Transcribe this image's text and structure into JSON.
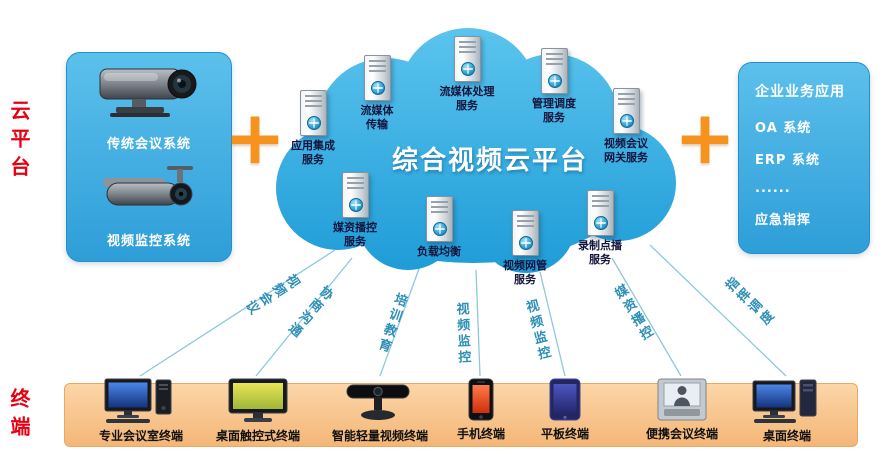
{
  "side_labels": {
    "platform": "云平台",
    "terminal": "终端"
  },
  "icons": {
    "plus": "+"
  },
  "legacy_box": {
    "conference_icon": "conference-camera-icon",
    "conference_label": "传统会议系统",
    "surveillance_icon": "cctv-camera-icon",
    "surveillance_label": "视频监控系统"
  },
  "cloud": {
    "title": "综合视频云平台",
    "services": [
      {
        "label": "应用集成\n服务",
        "icon": "server-icon"
      },
      {
        "label": "流媒体\n传输",
        "icon": "server-icon"
      },
      {
        "label": "流媒体处理\n服务",
        "icon": "server-icon"
      },
      {
        "label": "管理调度\n服务",
        "icon": "server-icon"
      },
      {
        "label": "视频会议\n网关服务",
        "icon": "server-icon"
      },
      {
        "label": "媒资播控\n服务",
        "icon": "server-icon"
      },
      {
        "label": "负载均衡",
        "icon": "server-icon"
      },
      {
        "label": "视频网管\n服务",
        "icon": "server-icon"
      },
      {
        "label": "录制点播\n服务",
        "icon": "server-icon"
      }
    ]
  },
  "business_box": {
    "title": "企业业务应用",
    "items": [
      "OA 系统",
      "ERP 系统",
      "......",
      "应急指挥"
    ]
  },
  "connections": [
    "视频会议",
    "协商沟通",
    "培训教育",
    "视频监控",
    "视频监控",
    "媒资播控",
    "指挥调度"
  ],
  "terminals": [
    {
      "label": "专业会议室终端",
      "icon": "conference-pc-icon"
    },
    {
      "label": "桌面触控式终端",
      "icon": "touch-monitor-icon"
    },
    {
      "label": "智能轻量视频终端",
      "icon": "video-bar-icon"
    },
    {
      "label": "手机终端",
      "icon": "phone-icon"
    },
    {
      "label": "平板终端",
      "icon": "tablet-icon"
    },
    {
      "label": "便携会议终端",
      "icon": "portable-conference-icon"
    },
    {
      "label": "桌面终端",
      "icon": "desktop-pc-icon"
    }
  ],
  "colors": {
    "cloud_blue": "#2aabe2",
    "panel_blue": "#45b2e6",
    "plus_orange": "#f6921e",
    "terminal_bar_orange": "#f9c38d",
    "side_label_red": "#e60012",
    "connection_teal": "#2e8fb5"
  }
}
